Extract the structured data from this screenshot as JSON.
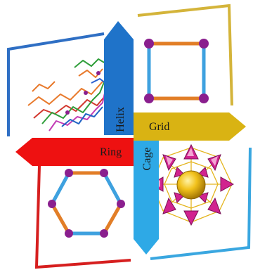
{
  "labels": {
    "helix": "Helix",
    "grid": "Grid",
    "ring": "Ring",
    "cage": "Cage"
  },
  "colors": {
    "helix_arrow": "#1f73c9",
    "grid_arrow": "#d9b313",
    "ring_arrow": "#ee1111",
    "cage_arrow": "#2ea9e6",
    "frame_blue": "#2f6fc4",
    "frame_gold": "#d4b43a",
    "frame_red": "#d61f1f",
    "frame_cyan": "#3aa7e0",
    "node_purple": "#8a1f8e",
    "bond_orange": "#e27e27",
    "bond_blue": "#3ea1df",
    "cage_magenta": "#d1238f",
    "cage_gold": "#e4b51e"
  }
}
